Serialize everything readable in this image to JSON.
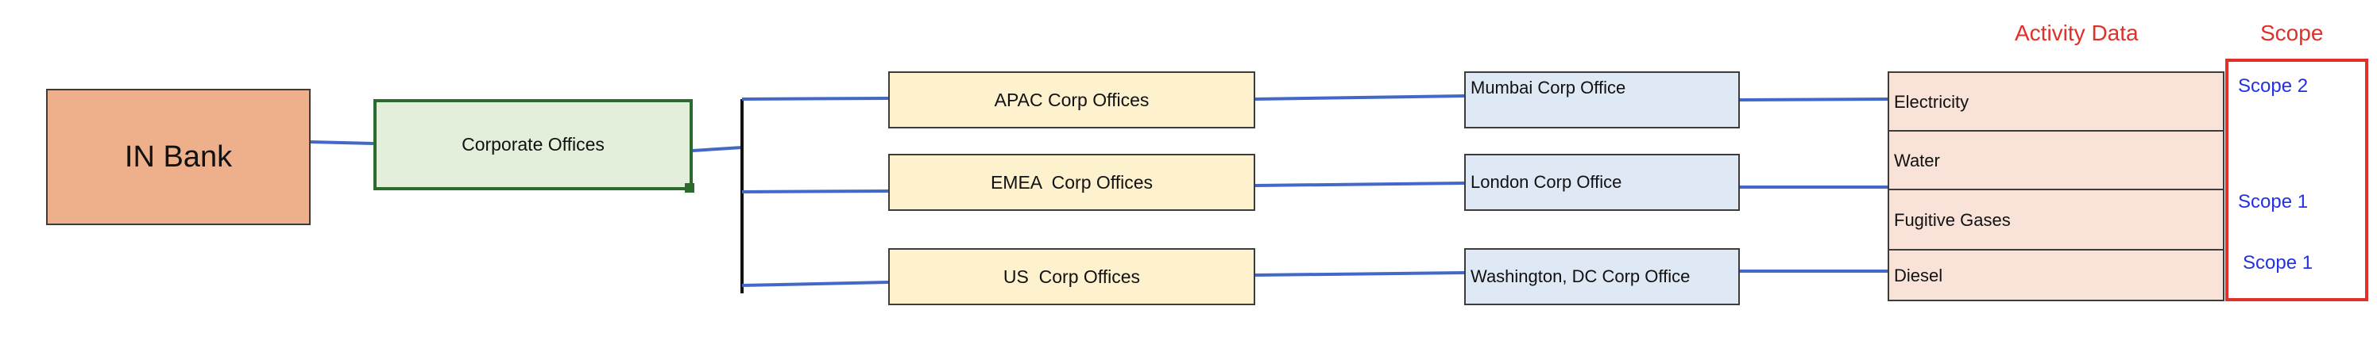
{
  "root": {
    "label": "IN Bank"
  },
  "level1": {
    "label": "Corporate Offices"
  },
  "regions": [
    {
      "label": "APAC Corp Offices"
    },
    {
      "label": "EMEA  Corp Offices"
    },
    {
      "label": "US  Corp Offices"
    }
  ],
  "offices": [
    {
      "label": "Mumbai Corp Office"
    },
    {
      "label": "London Corp Office"
    },
    {
      "label": "Washington, DC Corp Office"
    }
  ],
  "activity": {
    "header": "Activity Data",
    "items": [
      {
        "label": "Electricity"
      },
      {
        "label": "Water"
      },
      {
        "label": "Fugitive Gases"
      },
      {
        "label": "Diesel"
      }
    ]
  },
  "scope": {
    "header": "Scope",
    "values": [
      {
        "label": "Scope 2"
      },
      {
        "label": "Scope 1"
      },
      {
        "label": "Scope 1"
      }
    ]
  },
  "colors": {
    "connector": "#4468c8",
    "scope_frame": "#e0302a",
    "scope_text": "#2431e0",
    "root_fill": "#edb08b",
    "level1_fill": "#e3efdb",
    "region_fill": "#fdf2cd",
    "office_fill": "#dfe9f6",
    "activity_fill": "#f9e3d8"
  }
}
